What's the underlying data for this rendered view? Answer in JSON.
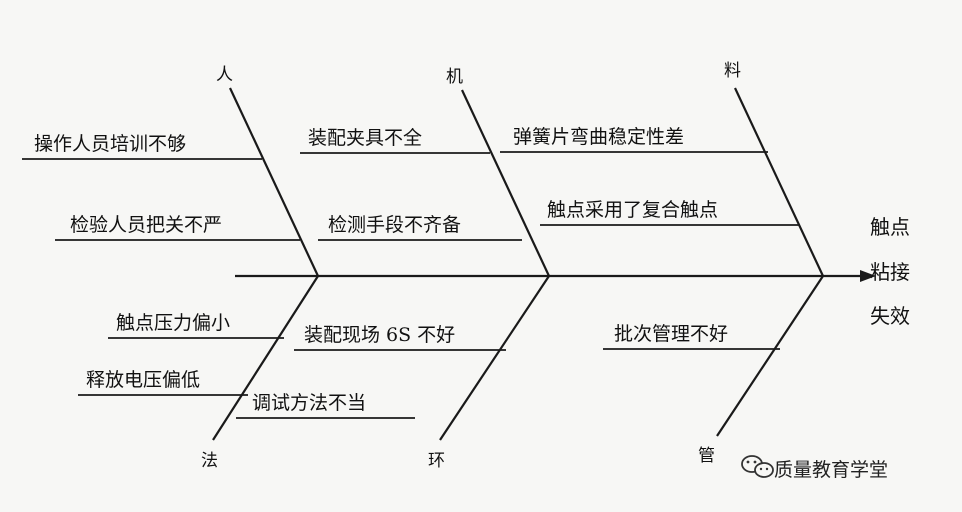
{
  "categories": {
    "ren": "人",
    "ji": "机",
    "liao": "料",
    "fa": "法",
    "huan": "环",
    "guan": "管"
  },
  "causes": {
    "ren_1": "操作人员培训不够",
    "ren_2": "检验人员把关不严",
    "ji_1": "装配夹具不全",
    "ji_2": "检测手段不齐备",
    "liao_1": "弹簧片弯曲稳定性差",
    "liao_2": "触点采用了复合触点",
    "fa_1": "触点压力偏小",
    "fa_2": "释放电压偏低",
    "fa_3": "调试方法不当",
    "huan_1": "装配现场 6S 不好",
    "guan_1": "批次管理不好"
  },
  "effect": {
    "line1": "触点",
    "line2": "粘接",
    "line3": "失效"
  },
  "watermark": {
    "text": "质量教育学堂",
    "icon": "wechat-icon"
  }
}
